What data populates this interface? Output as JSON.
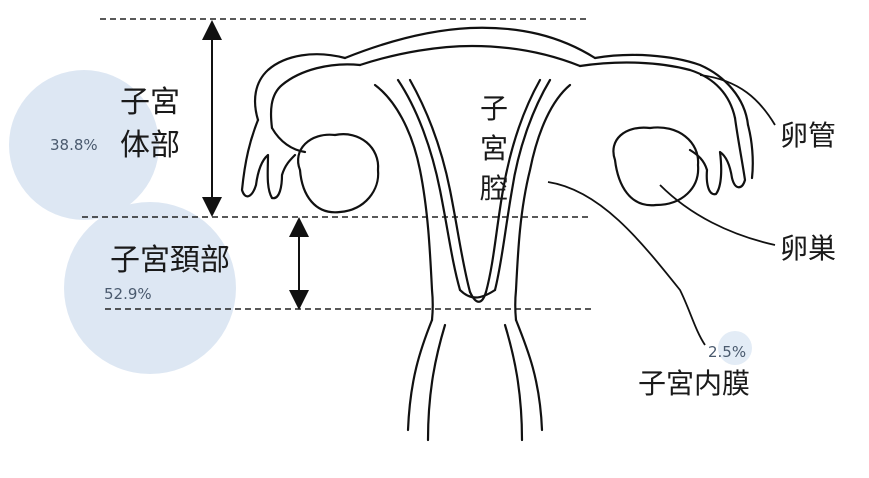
{
  "labels": {
    "corpus_line1": "子宮",
    "corpus_line2": "体部",
    "cervix": "子宮頚部",
    "cavity_1": "子",
    "cavity_2": "宮",
    "cavity_3": "腔",
    "fallopian_tube": "卵管",
    "ovary": "卵巣",
    "endometrium": "子宮内膜"
  },
  "percentages": {
    "corpus": "38.8%",
    "cervix": "52.9%",
    "endometrium": "2.5%"
  },
  "colors": {
    "bubble": "#dde7f3",
    "line": "#111111"
  }
}
